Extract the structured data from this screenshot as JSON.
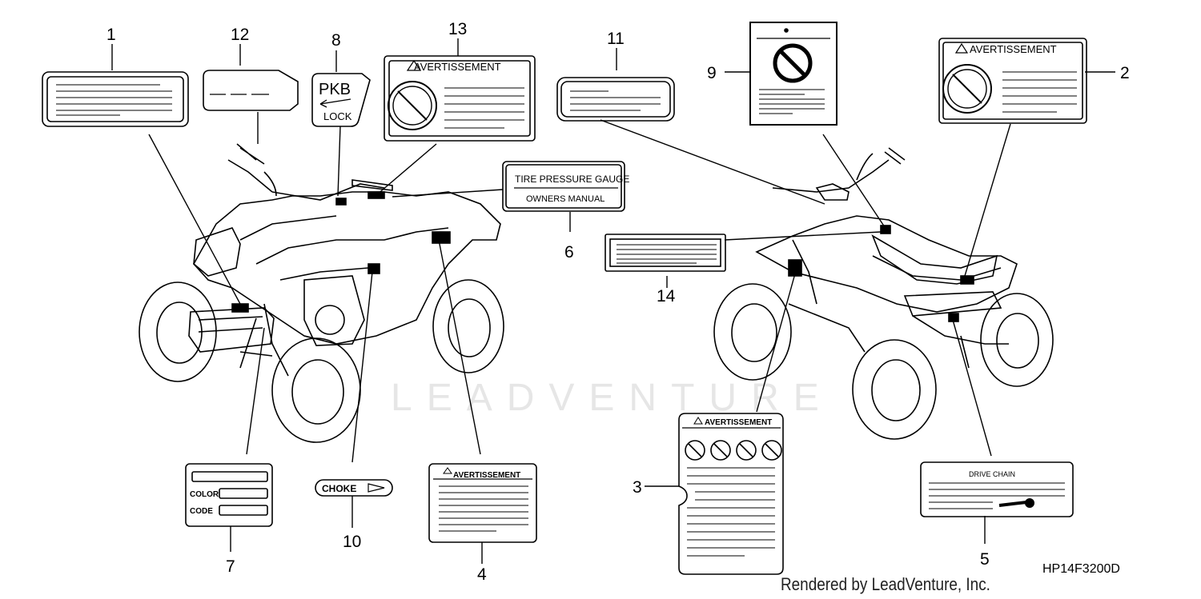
{
  "diagram": {
    "callouts": [
      "1",
      "2",
      "3",
      "4",
      "5",
      "6",
      "7",
      "8",
      "9",
      "10",
      "11",
      "12",
      "13",
      "14"
    ],
    "warning_label": "AVERTISSEMENT",
    "parking_label": {
      "top": "PKB",
      "bottom": "LOCK"
    },
    "tire_label": {
      "line1": "TIRE PRESSURE GAUGE",
      "line2": "OWNERS MANUAL"
    },
    "color_code_label": {
      "color": "COLOR",
      "code": "CODE"
    },
    "choke_label": "CHOKE",
    "drive_chain_label": "DRIVE CHAIN",
    "diagram_code": "HP14F3200D",
    "watermark": "LEADVENTURE"
  },
  "footer": {
    "credit": "Rendered by LeadVenture, Inc."
  },
  "colors": {
    "ink": "#000000",
    "watermark": "#e6e6e6"
  }
}
